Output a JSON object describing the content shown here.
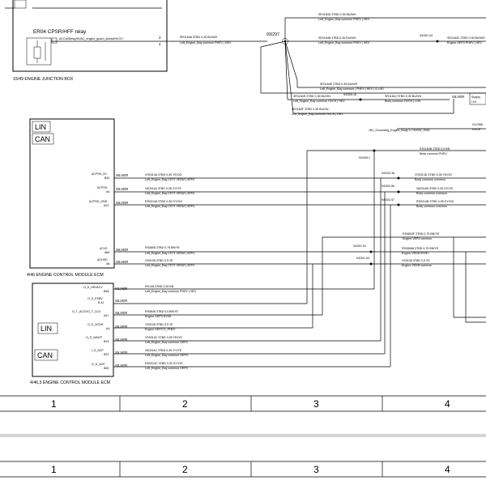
{
  "junction_box": {
    "relay_label": "ER04 CPSR/HFF relay",
    "title": "15/49  ENGINE JUNCTION BOX",
    "connector_ids": [
      "3",
      "4"
    ],
    "wire_code": "ACCM/Delay/HVAC_engine_guard_ahead/HVCH",
    "splice_id": "93/297"
  },
  "ecm_top": {
    "title": "4/46  ENGINE CONTROL MODULE ECM",
    "bus_labels": [
      "LIN",
      "CAN"
    ],
    "pins": [
      {
        "name": "ACPSH_5V",
        "num": "B42",
        "color": "SILVER",
        "wire": "VS0314A  3TBD 0,35 YE/OG",
        "desc": "Left_Engine_Bay  CKT1  VEDM | VEP4"
      },
      {
        "name": "ACPSH",
        "num": "A4",
        "color": "SILVER",
        "wire": "VA0314A  3TBD 0,35 GY/YE",
        "desc": "Left_Engine_Bay  CKT1  VEDM | VEP4"
      },
      {
        "name": "ACPSH_GND",
        "num": "A23",
        "color": "SILVER",
        "wire": "RS0314A  3TBD 0,35 GY/OG",
        "desc": "Left_Engine_Bay  CKT1  VEDM | VEP4"
      },
      {
        "name": "ACV0",
        "num": "A60",
        "color": "SILVER",
        "wire": "RS0808  3TBD 0,75 BN/YE",
        "desc": "Left_Engine_Bay  CKT1  VEDM | VEP4"
      },
      {
        "name": "ACHSD",
        "num": "A8",
        "color": "SILVER",
        "wire": "VS0108  3TBD 0,5 YE",
        "desc": "Left_Engine_Bay  CKT1  VEDM | VEP4"
      }
    ]
  },
  "ecm_bottom": {
    "title": "4/46,3  ENGINE CONTROL MODULE ECM",
    "bus_labels": [
      "LIN",
      "CAN"
    ],
    "pins": [
      {
        "name": "O_S_HEVACV",
        "num": "B48",
        "color": "SILVER",
        "wire": "RK14A  3TBD 0,35 BN",
        "desc": "Left_Engine_Bay  common  PHEV | HEV"
      },
      {
        "name": "O_S_EXBV",
        "num": "B 42",
        "color": "SILVER",
        "wire": "",
        "desc": ""
      },
      {
        "name": "O_T_ACDVO_T_CLG",
        "num": "A47",
        "color": "SILVER",
        "wire": "RS0848  3TBD 0,5 BN/YE",
        "desc": "Engine  GEP3  EV0D"
      },
      {
        "name": "O_S_ACDH",
        "num": "A4",
        "color": "SILVER",
        "wire": "VS0108  3TBD 0,5 YE",
        "desc": "Engine  GEP3  G_PHEV"
      },
      {
        "name": "O_S_WACP",
        "num": "B14",
        "color": "SILVER",
        "wire": "VS0314C  3TBD 0,35 YE/OG",
        "desc": "Left_Engine_Bay  common  GEP3"
      },
      {
        "name": "I_S_ACP",
        "num": "B23",
        "color": "SILVER",
        "wire": "VA0314C  3TBD 0,35 GY/YE",
        "desc": "Left_Engine_Bay  common  GEP3"
      },
      {
        "name": "G_S_ACP",
        "num": "B28",
        "color": "SILVER",
        "wire": "RS0314C  3TBD 0,35 GY/OG",
        "desc": "Left_Engine_Bay  common  GEP3"
      }
    ]
  },
  "top_wires": {
    "splice_left": {
      "wire": "SR1184B  3TBD 0,35 BU/WH",
      "desc": "Left_Engine_Bay  common  PHEV | HEV"
    },
    "junction_out": {
      "wire": "SR1184A  3TBD 0,35 BU/WH",
      "desc": "Left_Engine_Bay  common  PHEV | HEV"
    },
    "branch1": {
      "wire": "SR1184D  3TBD 0,35 BU/WH",
      "desc": "Left_Engine_Bay  common  PHEV | HEV"
    },
    "branch2_left": {
      "wire": "SR1184B  3TBD 0,35 BU/WH",
      "desc": "Left_Engine_Bay  common  PHEV | HEV"
    },
    "splice2": "94/301.34",
    "branch2_right": {
      "wire": "SR1184C  3TBD 0,35 BU/WH",
      "desc": "Engine  GEP3  PHEV | HEV"
    },
    "branch3": {
      "wire": "SR1184E  3TBD 0,35 BU/WH",
      "desc": "Left_Engine_Bay  common  | PHEV | HEV | & LHD"
    },
    "branch4_left": {
      "wire": "SR1184H  3TBD 0,35 BU/GN",
      "desc": "Left_Engine_Bay  common  HVCH | HEV"
    },
    "splice3": "94/305.16",
    "branch4_right": {
      "wire": "SR1184J  3TBD 0,35 BU/GN",
      "desc": "Body  common  HVCH | LHD"
    },
    "silver_label": "SILVER",
    "supply_label": "Supply",
    "supply_code": "LV3",
    "branch5": {
      "wire": "SR1184F  3TBD 0,35 BU/GN",
      "desc": "Left_Engine_Bay  common  HVCH | HEV"
    },
    "ground_code": "G1238A",
    "ground_desc": "HVCH",
    "ground_label": "1B1_Grounding_Engine_Body 3 / HV002_GND"
  },
  "right_wires": {
    "splice_a": "94/305.1",
    "rw1": {
      "wire": "RS1184B  3TBD 0,5 BN",
      "desc": "Body  common  PHEV"
    },
    "splice_b": "94/303.36",
    "rw2": {
      "wire": "VS0314D  3TBD 0,35 YE/OG",
      "desc": "Body  common  common"
    },
    "splice_c": "94/303.56",
    "rw3": {
      "wire": "VA0314B  3TBD 0,35 GY/YE",
      "desc": "Body  common  common"
    },
    "splice_d": "94/303.57",
    "rw4": {
      "wire": "RS0314B  3TBD 0,35 GY/OG",
      "desc": "Body  common  common"
    },
    "rw5": {
      "wire": "RS0803F  3TBD 0,75 BN/YE",
      "desc": "Engine  VEP4  common"
    },
    "splice_e": "94/301.51",
    "rw6": {
      "wire": "RS0808A  3TBD 0,75 BN/YE",
      "desc": "Engine  VEDM  EV0D"
    },
    "splice_f": "94/301.53",
    "rw7": {
      "wire": "VS0108  3TBD 0,5 YE",
      "desc": "Engine  VEDM  common"
    }
  },
  "grid": {
    "top_row": [
      "1",
      "2",
      "3",
      "4"
    ],
    "bottom_row": [
      "1",
      "2",
      "3",
      "4"
    ]
  }
}
